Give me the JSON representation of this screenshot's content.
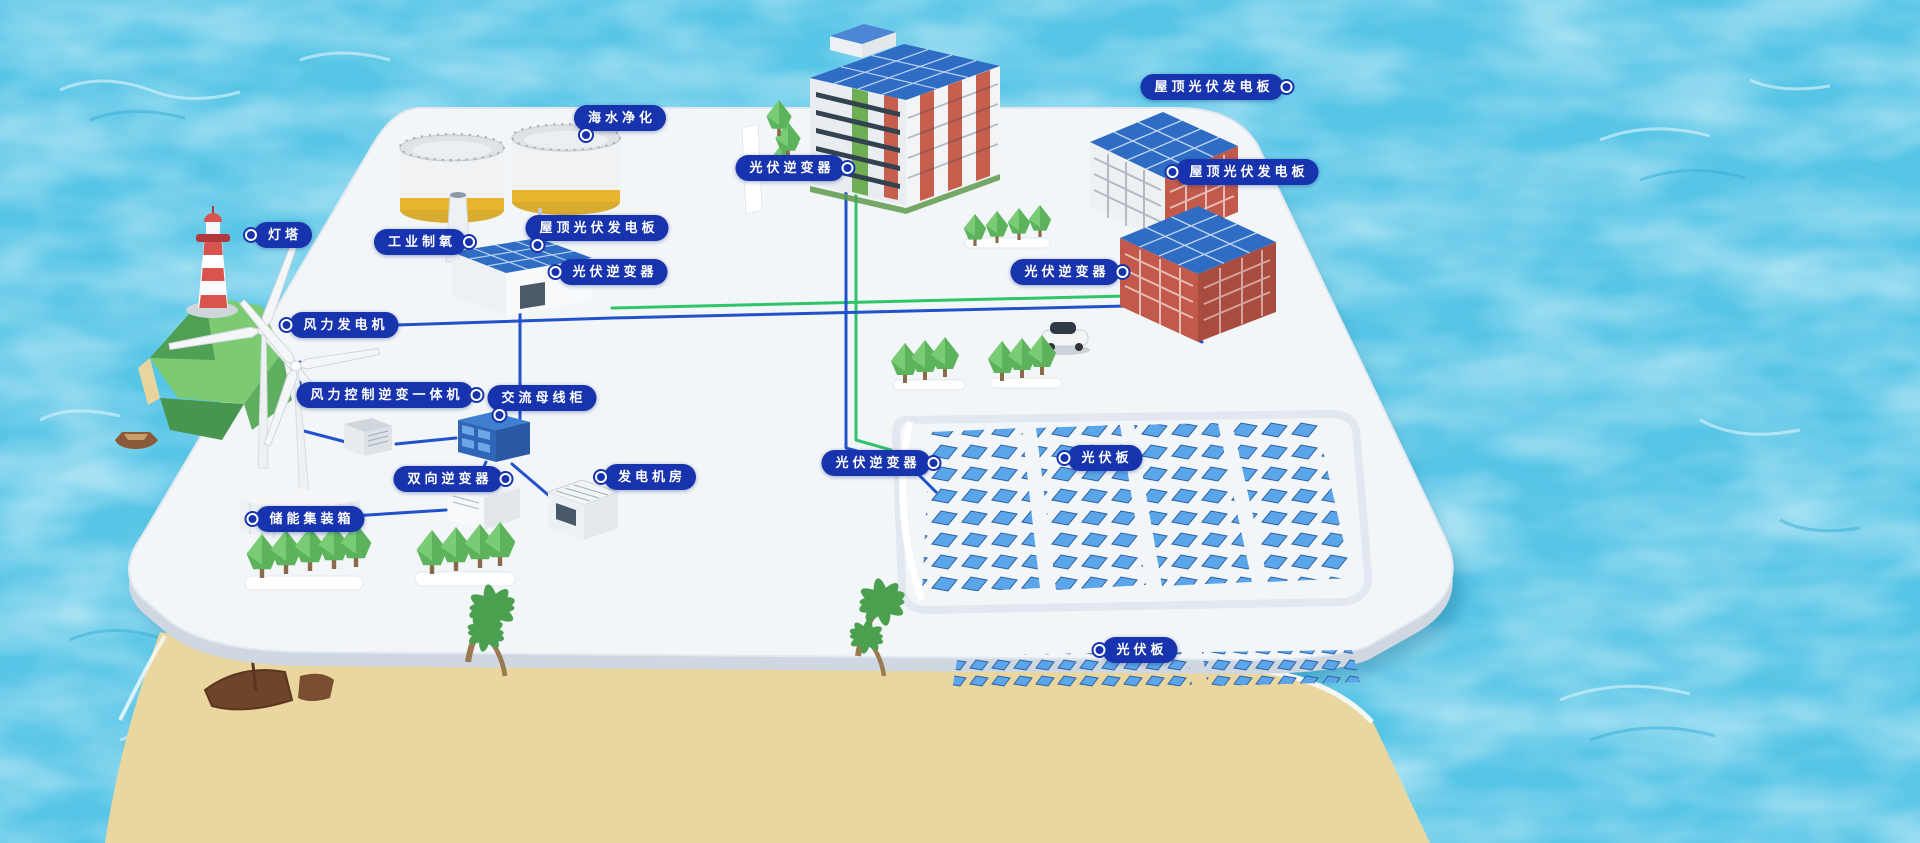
{
  "scene": {
    "description": "3D isometric smart micro-grid island with seawater, beach and annotated energy equipment",
    "colors": {
      "water": "#57c5e6",
      "platform": "#f3f6f9",
      "platform_side": "#cfd7e0",
      "sand": "#ead7a0",
      "label_background": "#1733ad",
      "label_text": "#ffffff",
      "line_blue": "#2152cc",
      "line_green": "#2ec46a",
      "solar_panel_blue": "#5ba6ea",
      "roof_blue": "#2f6cc4",
      "building_red": "#c2594a",
      "grass_green": "#6cc06a"
    },
    "elements": [
      "lighthouse",
      "wind-turbines",
      "storage-tanks",
      "chimney",
      "factory",
      "apartment-building",
      "rooftop-solar-building",
      "solar-farm",
      "storage-container",
      "inverter-cabinets",
      "generator-room",
      "trees",
      "palm-trees",
      "car",
      "boat",
      "shipwreck",
      "beach",
      "connection-lines"
    ]
  },
  "labels": [
    {
      "id": "seawater-purification",
      "text": "海水净化"
    },
    {
      "id": "rooftop-pv-top-right",
      "text": "屋顶光伏发电板"
    },
    {
      "id": "pv-inverter-apartment",
      "text": "光伏逆变器"
    },
    {
      "id": "rooftop-pv-right-2",
      "text": "屋顶光伏发电板"
    },
    {
      "id": "lighthouse",
      "text": "灯塔"
    },
    {
      "id": "industrial-oxygen",
      "text": "工业制氧"
    },
    {
      "id": "rooftop-pv-factory",
      "text": "屋顶光伏发电板"
    },
    {
      "id": "pv-inverter-factory",
      "text": "光伏逆变器"
    },
    {
      "id": "pv-inverter-right-building",
      "text": "光伏逆变器"
    },
    {
      "id": "wind-turbine",
      "text": "风力发电机"
    },
    {
      "id": "wind-control-inverter",
      "text": "风力控制逆变一体机"
    },
    {
      "id": "ac-busbar-cabinet",
      "text": "交流母线柜"
    },
    {
      "id": "bidirectional-inverter",
      "text": "双向逆变器"
    },
    {
      "id": "generator-room",
      "text": "发电机房"
    },
    {
      "id": "pv-inverter-solar-farm",
      "text": "光伏逆变器"
    },
    {
      "id": "pv-panels-farm",
      "text": "光伏板"
    },
    {
      "id": "energy-storage-container",
      "text": "储能集装箱"
    },
    {
      "id": "pv-panels-beach",
      "text": "光伏板"
    }
  ]
}
